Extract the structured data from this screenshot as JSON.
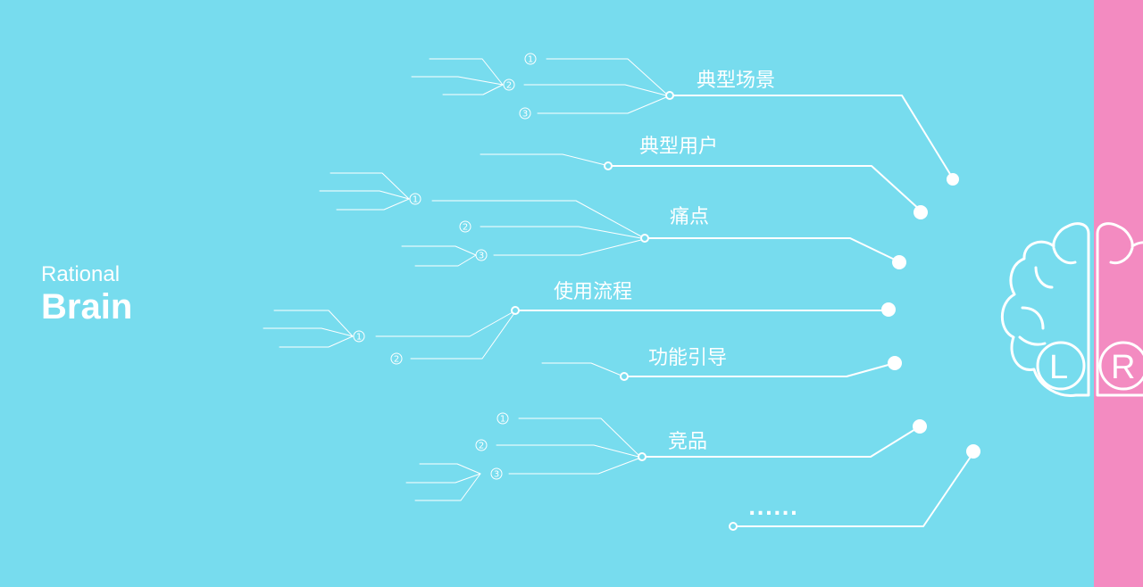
{
  "title": {
    "sub": "Rational",
    "main": "Brain"
  },
  "branches": [
    {
      "label": "典型场景",
      "markers": [
        "1",
        "2",
        "3"
      ]
    },
    {
      "label": "典型用户",
      "markers": []
    },
    {
      "label": "痛点",
      "markers": [
        "1",
        "2",
        "3"
      ]
    },
    {
      "label": "使用流程",
      "markers": [
        "1",
        "2"
      ]
    },
    {
      "label": "功能引导",
      "markers": []
    },
    {
      "label": "竞品",
      "markers": [
        "1",
        "2",
        "3"
      ]
    },
    {
      "label": "......",
      "markers": []
    }
  ],
  "brain": {
    "left": "L",
    "right": "R"
  },
  "colors": {
    "background": "#77dcee",
    "panel": "#f38bc1",
    "line": "#ffffff"
  }
}
